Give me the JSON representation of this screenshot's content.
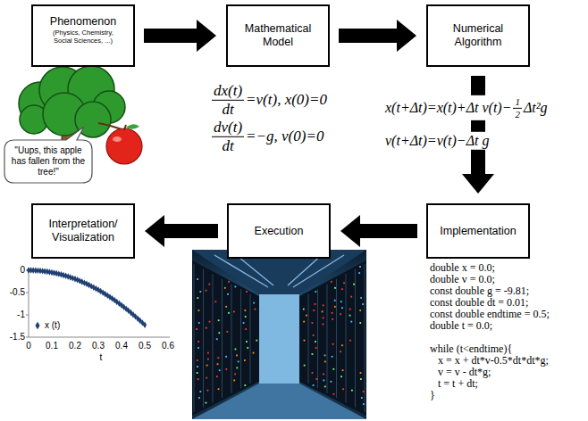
{
  "diagram": {
    "nodes": [
      {
        "text": [
          "Phenomenon",
          "(Physics, Chemistry, Social Sciences, ...)"
        ]
      },
      {
        "text": [
          "Mathematical Model"
        ]
      },
      {
        "text": [
          "Numerical Algorithm"
        ]
      },
      {
        "text": [
          "\"Uups, this apple has fallen from the tree!\""
        ]
      },
      {
        "text": [
          "Interpretation/ Visualization"
        ]
      },
      {
        "text": [
          "Execution"
        ]
      },
      {
        "text": [
          "Implementation"
        ]
      }
    ],
    "edges": [
      {
        "from": 0,
        "to": 1,
        "arrow": "to"
      },
      {
        "from": 1,
        "to": 2,
        "arrow": "to"
      },
      {
        "from": 2,
        "to": 6,
        "arrow": "to"
      },
      {
        "from": 6,
        "to": 5,
        "arrow": "to"
      },
      {
        "from": 5,
        "to": 4,
        "arrow": "to"
      }
    ],
    "labels": [
      "dx(t)",
      "dt",
      "=v(t), x(0)=0",
      "dv(t)",
      "dt",
      "=−g, v(0)=0",
      "x(t+Δt)=x(t)+Δt v(t)−",
      "1",
      "2",
      "Δt²g",
      "v(t+Δt)=v(t)−Δt g",
      "double x = 0.0;",
      "double v = 0.0;",
      "const double g = -9.81;",
      "const double dt = 0.01;",
      "const double endtime = 0.5;",
      "double t = 0.0;",
      "while (t<endtime){",
      "x = x + dt*v-0.5*dt*dt*g;",
      "v = v - dt*g;",
      "t = t + dt;",
      "}",
      "0",
      "-0.5",
      "-1",
      "-1.5",
      "0",
      "0.1",
      "0.2",
      "0.3",
      "0.4",
      "0.5",
      "0.6",
      "t"
    ],
    "legend": [
      {
        "text": "x (t)"
      }
    ]
  }
}
